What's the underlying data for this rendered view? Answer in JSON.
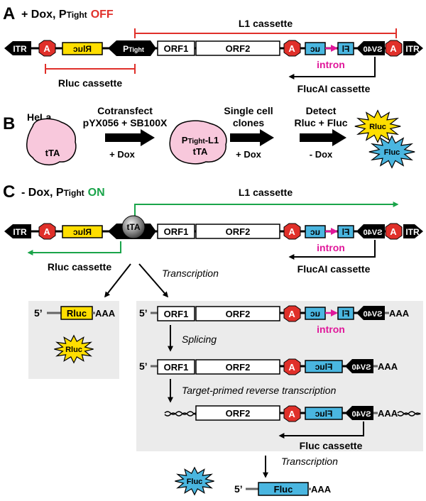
{
  "colors": {
    "off": "#e0302a",
    "on": "#1aa44a",
    "rluc": "#ffde00",
    "fluc": "#4ab6e0",
    "intron": "#e0179a",
    "term": "#e0302a",
    "panel_bg": "#ebebeb",
    "hela": "#f8c8dc"
  },
  "icons": [
    "itr-arrow",
    "polyA-octagon",
    "ptight-promoter",
    "sv40-promoter",
    "tta-sphere",
    "starburst",
    "cell-blob",
    "block-arrow"
  ],
  "panelA": {
    "letter": "A",
    "title": "+ Dox, P",
    "title_sub": "Tight",
    "title_state": "OFF",
    "l1_label": "L1 cassette",
    "rluc_cassette": "Rluc cassette",
    "flucai_cassette": "FlucAI cassette",
    "intron": "intron",
    "construct": {
      "itr": "ITR",
      "a": "A",
      "rluc": "Rluc",
      "ptight": "P",
      "ptight_sub": "Tight",
      "orf1": "ORF1",
      "orf2": "ORF2",
      "uc": "uc",
      "fl": "Fl",
      "sv40": "SV40"
    }
  },
  "panelB": {
    "letter": "B",
    "hela": "HeLa",
    "tta": "tTA",
    "step1_l1": "Cotransfect",
    "step1_l2": "pYX056 + SB100X",
    "step1_under": "+ Dox",
    "cell2_top": "P",
    "cell2_top_sub": "Tight",
    "cell2_top_rest": "-L1",
    "cell2_bottom": "tTA",
    "step2_l1": "Single cell",
    "step2_l2": "clones",
    "step2_under": "+ Dox",
    "step3_l1": "Detect",
    "step3_l2": "Rluc + Fluc",
    "step3_under": "- Dox",
    "star_rluc": "Rluc",
    "star_fluc": "Fluc"
  },
  "panelC": {
    "letter": "C",
    "title": "- Dox, P",
    "title_sub": "Tight",
    "title_state": "ON",
    "l1_label": "L1 cassette",
    "tta": "tTA",
    "rluc_cassette": "Rluc cassette",
    "flucai_cassette": "FlucAI cassette",
    "intron": "intron",
    "transcription": "Transcription",
    "five_prime": "5’",
    "aaa": "AAA",
    "rluc": "Rluc",
    "orf1": "ORF1",
    "orf2": "ORF2",
    "uc": "uc",
    "fl": "Fl",
    "fluc": "Fluc",
    "sv40": "SV40",
    "a": "A",
    "itr": "ITR",
    "splicing": "Splicing",
    "tprt": "Target-primed reverse transcription",
    "fluc_cassette": "Fluc cassette",
    "star_rluc": "Rluc",
    "star_fluc": "Fluc"
  }
}
